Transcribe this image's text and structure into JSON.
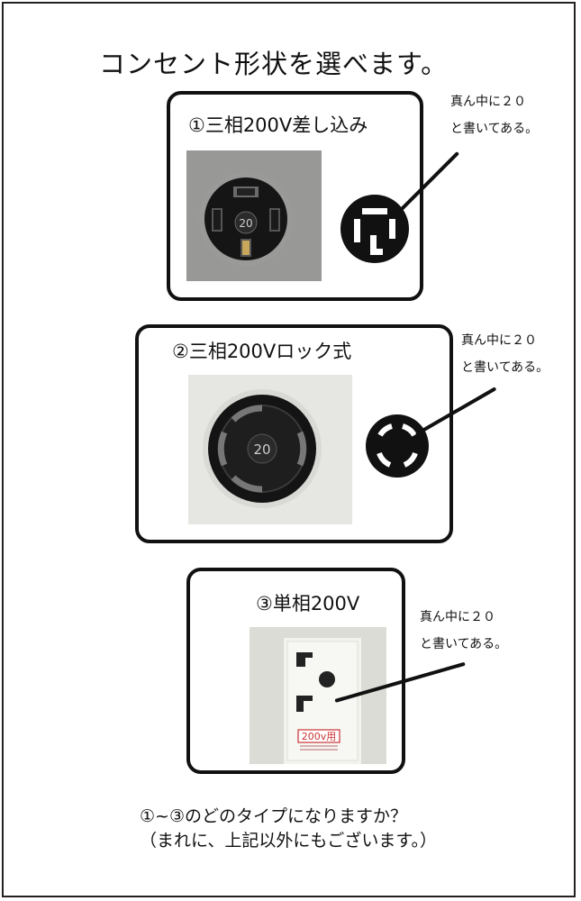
{
  "page": {
    "title": "コンセント形状を選べます。"
  },
  "options": [
    {
      "label": "①三相200V差し込み",
      "note_line1": "真ん中に２０",
      "note_line2": "と書いてある。",
      "photo_marking": "20"
    },
    {
      "label": "②三相200Vロック式",
      "note_line1": "真ん中に２０",
      "note_line2": "と書いてある。",
      "photo_marking": "20"
    },
    {
      "label": "③単相200V",
      "note_line1": "真ん中に２０",
      "note_line2": "と書いてある。",
      "photo_marking": "200v用"
    }
  ],
  "footer": {
    "line1": "①~③のどのタイプになりますか？",
    "line2": "（まれに、上記以外にもございます。）"
  }
}
